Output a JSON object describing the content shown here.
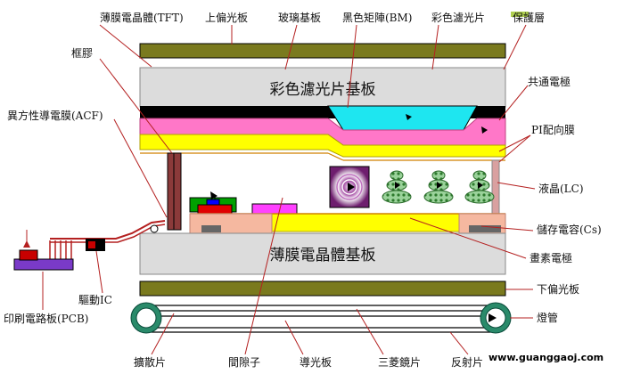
{
  "labels": {
    "tft": "薄膜電晶體(TFT)",
    "upper_polarizer": "上偏光板",
    "glass_substrate": "玻璃基板",
    "black_matrix": "黑色矩陣(BM)",
    "color_filter": "彩色濾光片",
    "protective_layer": "保護層",
    "frame_glue": "框膠",
    "common_electrode": "共通電極",
    "acf": "異方性導電膜(ACF)",
    "pi_alignment": "PI配向膜",
    "liquid_crystal": "液晶(LC)",
    "storage_capacitor": "儲存電容(Cs)",
    "pixel_electrode": "畫素電極",
    "lower_polarizer": "下偏光板",
    "lamp": "燈管",
    "driver_ic": "驅動IC",
    "pcb": "印刷電路板(PCB)",
    "diffuser": "擴散片",
    "spacer": "間隙子",
    "light_guide": "導光板",
    "prism": "三菱鏡片",
    "reflector": "反射片",
    "cf_substrate": "彩色濾光片基板",
    "tft_substrate": "薄膜電晶體基板",
    "watermark": "www.guanggaoj.com"
  },
  "colors": {
    "polarizer": "#7a7a1e",
    "substrate": "#dcdcdc",
    "black_matrix": "#000000",
    "pink_layer": "#ff77c8",
    "cyan_filter": "#1ee6f0",
    "yellow_layer": "#ffff00",
    "frame_glue": "#8b3a3a",
    "lc_green": "#3a9a3a",
    "spacer_purple": "#6e1e6e",
    "tft_pink": "#f5b8a0",
    "pcb_purple": "#7a3ac8",
    "ic_red": "#c80000",
    "lamp": "#2a8a6a",
    "label_line": "#b42020"
  }
}
